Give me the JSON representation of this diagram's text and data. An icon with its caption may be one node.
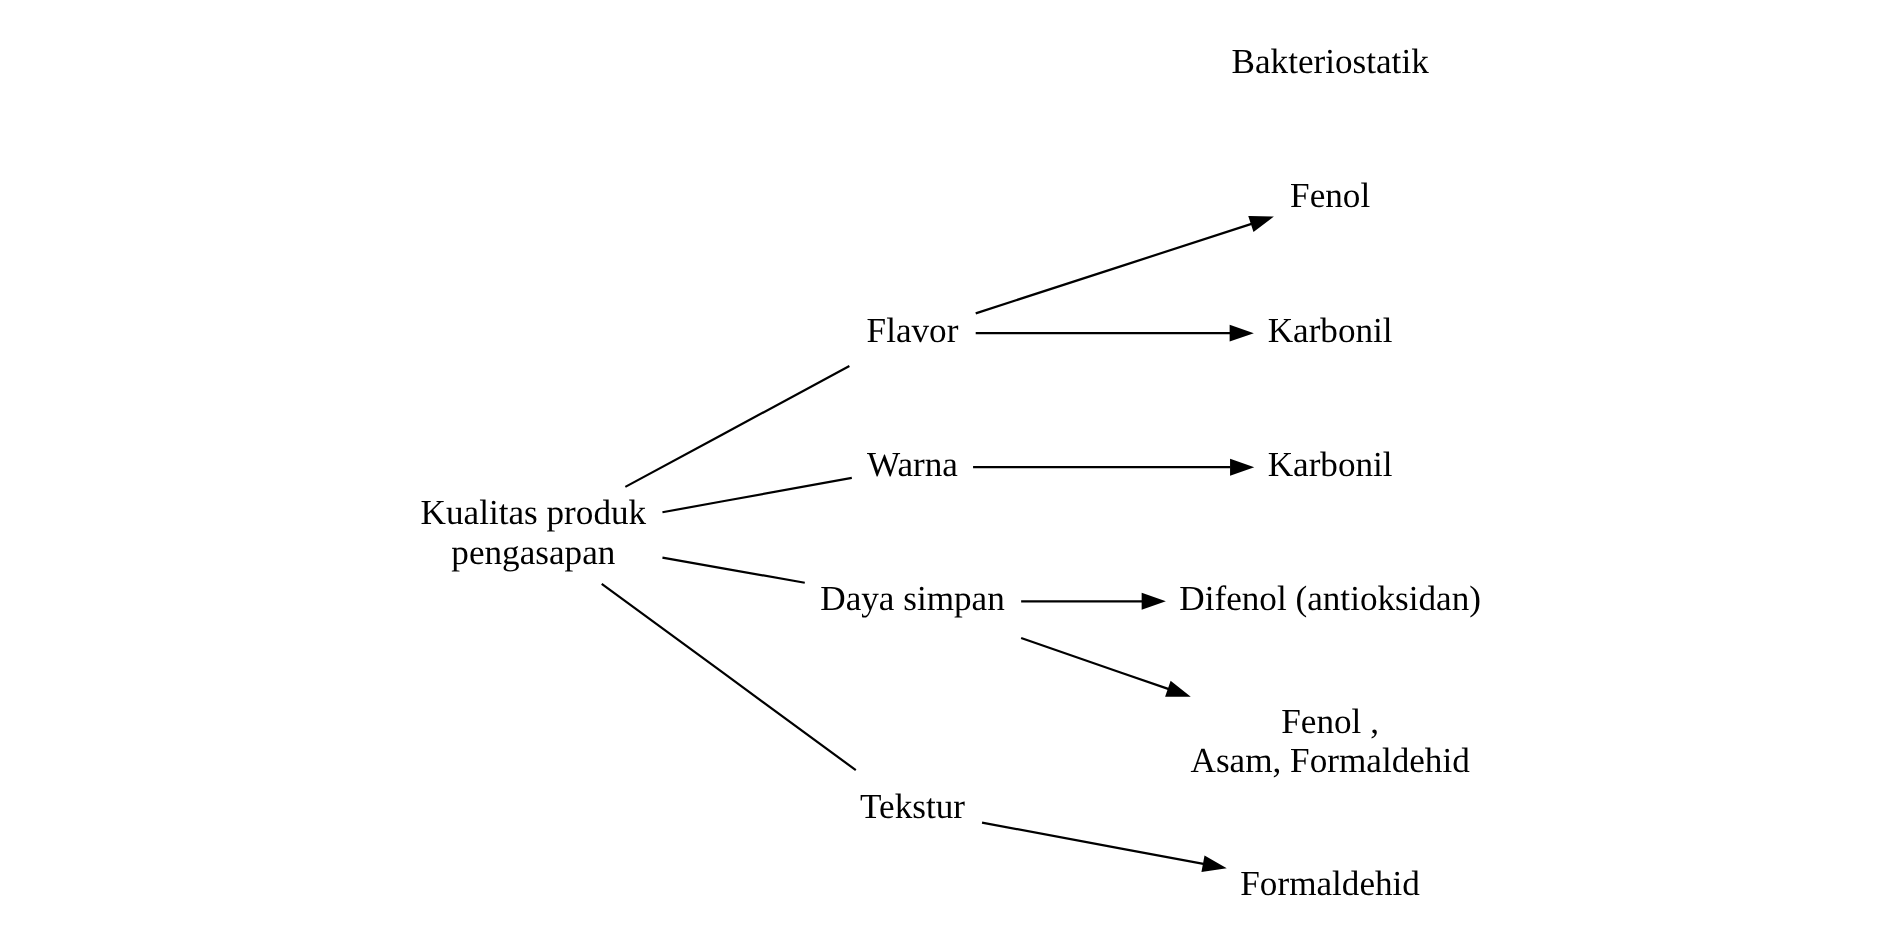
{
  "diagram": {
    "nodes": [
      {
        "text": [
          "Kualitas produk pengasapan"
        ]
      },
      {
        "text": [
          "Flavor"
        ]
      },
      {
        "text": [
          "Warna"
        ]
      },
      {
        "text": [
          "Daya simpan"
        ]
      },
      {
        "text": [
          "Tekstur"
        ]
      },
      {
        "text": [
          "Fenol"
        ]
      },
      {
        "text": [
          "Karbonil"
        ]
      },
      {
        "text": [
          "Karbonil"
        ]
      },
      {
        "text": [
          "Difenol (antioksidan)"
        ]
      },
      {
        "text": [
          "Fenol , Asam, Formaldehid"
        ]
      },
      {
        "text": [
          "Formaldehid"
        ]
      }
    ],
    "edges": [
      {
        "from": 0,
        "to": 1,
        "arrow": "none"
      },
      {
        "from": 0,
        "to": 2,
        "arrow": "none"
      },
      {
        "from": 0,
        "to": 3,
        "arrow": "none"
      },
      {
        "from": 0,
        "to": 4,
        "arrow": "none"
      },
      {
        "from": 1,
        "to": 5,
        "arrow": "to"
      },
      {
        "from": 1,
        "to": 6,
        "arrow": "to"
      },
      {
        "from": 2,
        "to": 7,
        "arrow": "to"
      },
      {
        "from": 3,
        "to": 8,
        "arrow": "to"
      },
      {
        "from": 3,
        "to": 9,
        "arrow": "to"
      },
      {
        "from": 4,
        "to": 10,
        "arrow": "to"
      }
    ],
    "labels": [
      "Bakteriostatik"
    ]
  }
}
